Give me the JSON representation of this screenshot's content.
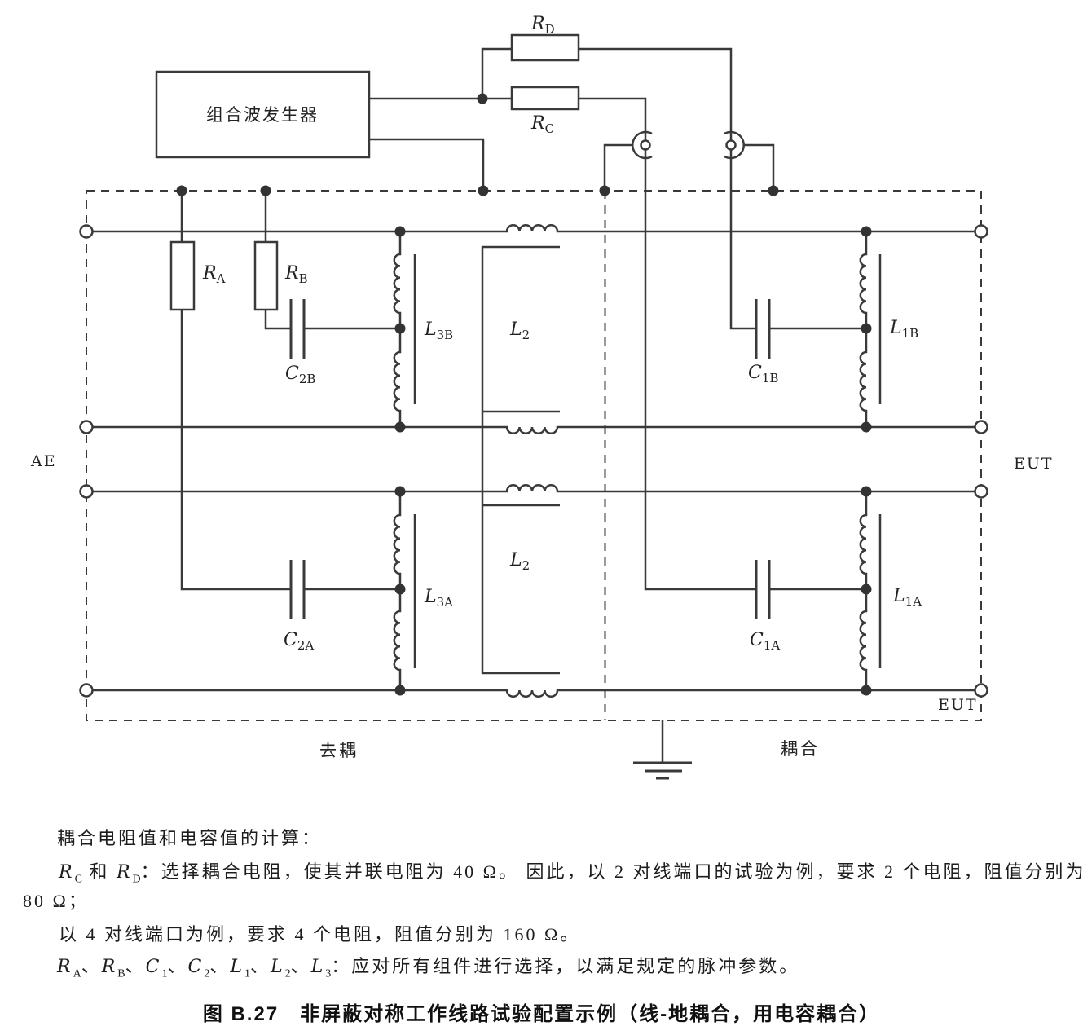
{
  "diagram": {
    "generator": {
      "label": "组合波发生器"
    },
    "components": {
      "rd": {
        "main": "R",
        "sub": "D"
      },
      "rc": {
        "main": "R",
        "sub": "C"
      },
      "ra": {
        "main": "R",
        "sub": "A"
      },
      "rb": {
        "main": "R",
        "sub": "B"
      },
      "c2b": {
        "main": "C",
        "sub": "2B"
      },
      "c2a": {
        "main": "C",
        "sub": "2A"
      },
      "c1b": {
        "main": "C",
        "sub": "1B"
      },
      "c1a": {
        "main": "C",
        "sub": "1A"
      },
      "l3b": {
        "main": "L",
        "sub": "3B"
      },
      "l3a": {
        "main": "L",
        "sub": "3A"
      },
      "l2_top": {
        "main": "L",
        "sub": "2"
      },
      "l2_bottom": {
        "main": "L",
        "sub": "2"
      },
      "l1b": {
        "main": "L",
        "sub": "1B"
      },
      "l1a": {
        "main": "L",
        "sub": "1A"
      }
    },
    "labels": {
      "ae": "AE",
      "eut_mid": "EUT",
      "eut_bottom": "EUT",
      "decoupling": "去耦",
      "coupling": "耦合"
    }
  },
  "notes": {
    "l1": "耦合电阻值和电容值的计算：",
    "l2": [
      {
        "t": "R",
        "i": 1
      },
      {
        "t": "C",
        "sub": 1
      },
      {
        "t": " 和 "
      },
      {
        "t": "R",
        "i": 1
      },
      {
        "t": "D",
        "sub": 1
      },
      {
        "t": "：选择耦合电阻，使其并联电阻为 40 Ω。 因此，以 2 对线端口的试验为例，要求 2 个电阻，阻值分别为"
      }
    ],
    "l3": "80 Ω；",
    "l4": "以 4 对线端口为例，要求 4 个电阻，阻值分别为 160 Ω。",
    "l5": [
      {
        "t": "R",
        "i": 1
      },
      {
        "t": "A",
        "sub": 1
      },
      {
        "t": "、"
      },
      {
        "t": "R",
        "i": 1
      },
      {
        "t": "B",
        "sub": 1
      },
      {
        "t": "、"
      },
      {
        "t": "C",
        "i": 1
      },
      {
        "t": "1",
        "sub": 1
      },
      {
        "t": "、"
      },
      {
        "t": "C",
        "i": 1
      },
      {
        "t": "2",
        "sub": 1
      },
      {
        "t": "、"
      },
      {
        "t": "L",
        "i": 1
      },
      {
        "t": "1",
        "sub": 1
      },
      {
        "t": "、"
      },
      {
        "t": "L",
        "i": 1
      },
      {
        "t": "2",
        "sub": 1
      },
      {
        "t": "、"
      },
      {
        "t": "L",
        "i": 1
      },
      {
        "t": "3",
        "sub": 1
      },
      {
        "t": "：应对所有组件进行选择，以满足规定的脉冲参数。"
      }
    ]
  },
  "caption": "图 B.27　非屏蔽对称工作线路试验配置示例（线-地耦合，用电容耦合）"
}
